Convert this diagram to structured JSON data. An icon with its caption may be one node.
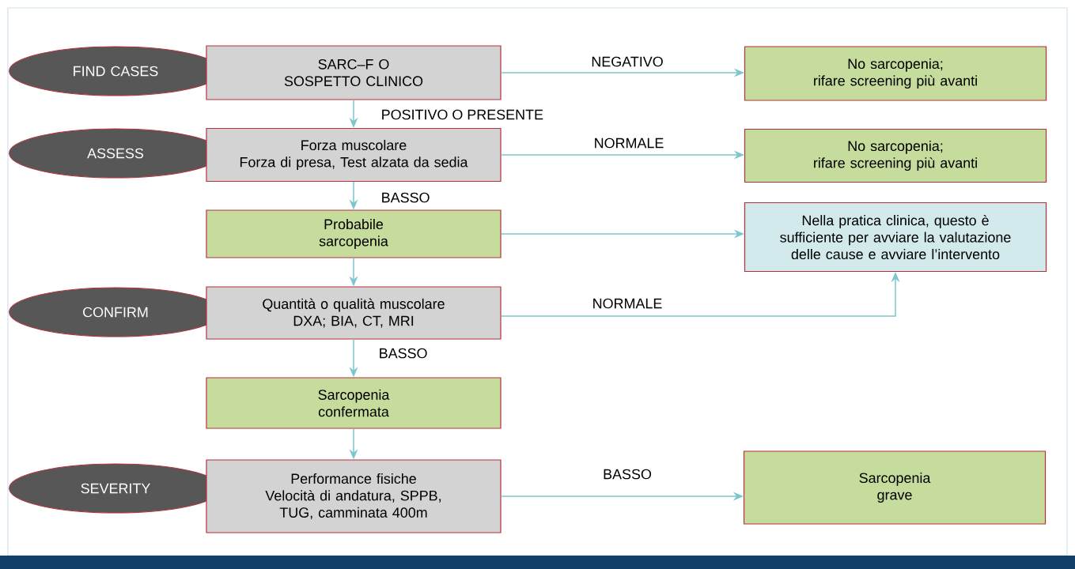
{
  "diagram": {
    "nodes": [
      {
        "text": [
          "FIND CASES"
        ]
      },
      {
        "text": [
          "ASSESS"
        ]
      },
      {
        "text": [
          "CONFIRM"
        ]
      },
      {
        "text": [
          "SEVERITY"
        ]
      },
      {
        "text": [
          "SARC–F O",
          "SOSPETTO CLINICO"
        ]
      },
      {
        "text": [
          "No sarcopenia;",
          "rifare screening più avanti"
        ]
      },
      {
        "text": [
          "Forza muscolare",
          "Forza di presa, Test alzata da sedia"
        ]
      },
      {
        "text": [
          "No sarcopenia;",
          "rifare screening più avanti"
        ]
      },
      {
        "text": [
          "Probabile sarcopenia"
        ]
      },
      {
        "text": [
          "Nella pratica clinica, questo è sufficiente per avviare la valutazione delle cause e avviare l’intervento"
        ]
      },
      {
        "text": [
          "Quantità o qualità muscolare",
          "DXA; BIA, CT, MRI"
        ]
      },
      {
        "text": [
          "Sarcopenia confermata"
        ]
      },
      {
        "text": [
          "Performance fisiche",
          "Velocità di andatura, SPPB, TUG, camminata 400m"
        ]
      },
      {
        "text": [
          "Sarcopenia grave"
        ]
      }
    ],
    "edges": [
      {
        "from": 4,
        "to": 5,
        "arrow": "to",
        "label": "NEGATIVO"
      },
      {
        "from": 4,
        "to": 6,
        "arrow": "to",
        "label": "POSITIVO O PRESENTE"
      },
      {
        "from": 6,
        "to": 7,
        "arrow": "to",
        "label": "NORMALE"
      },
      {
        "from": 6,
        "to": 8,
        "arrow": "to",
        "label": "BASSO"
      },
      {
        "from": 8,
        "to": 9,
        "arrow": "to"
      },
      {
        "from": 8,
        "to": 10,
        "arrow": "to"
      },
      {
        "from": 10,
        "to": 9,
        "arrow": "to",
        "label": "NORMALE"
      },
      {
        "from": 10,
        "to": 11,
        "arrow": "to",
        "label": "BASSO"
      },
      {
        "from": 11,
        "to": 12,
        "arrow": "to"
      },
      {
        "from": 12,
        "to": 13,
        "arrow": "to",
        "label": "BASSO"
      }
    ]
  }
}
